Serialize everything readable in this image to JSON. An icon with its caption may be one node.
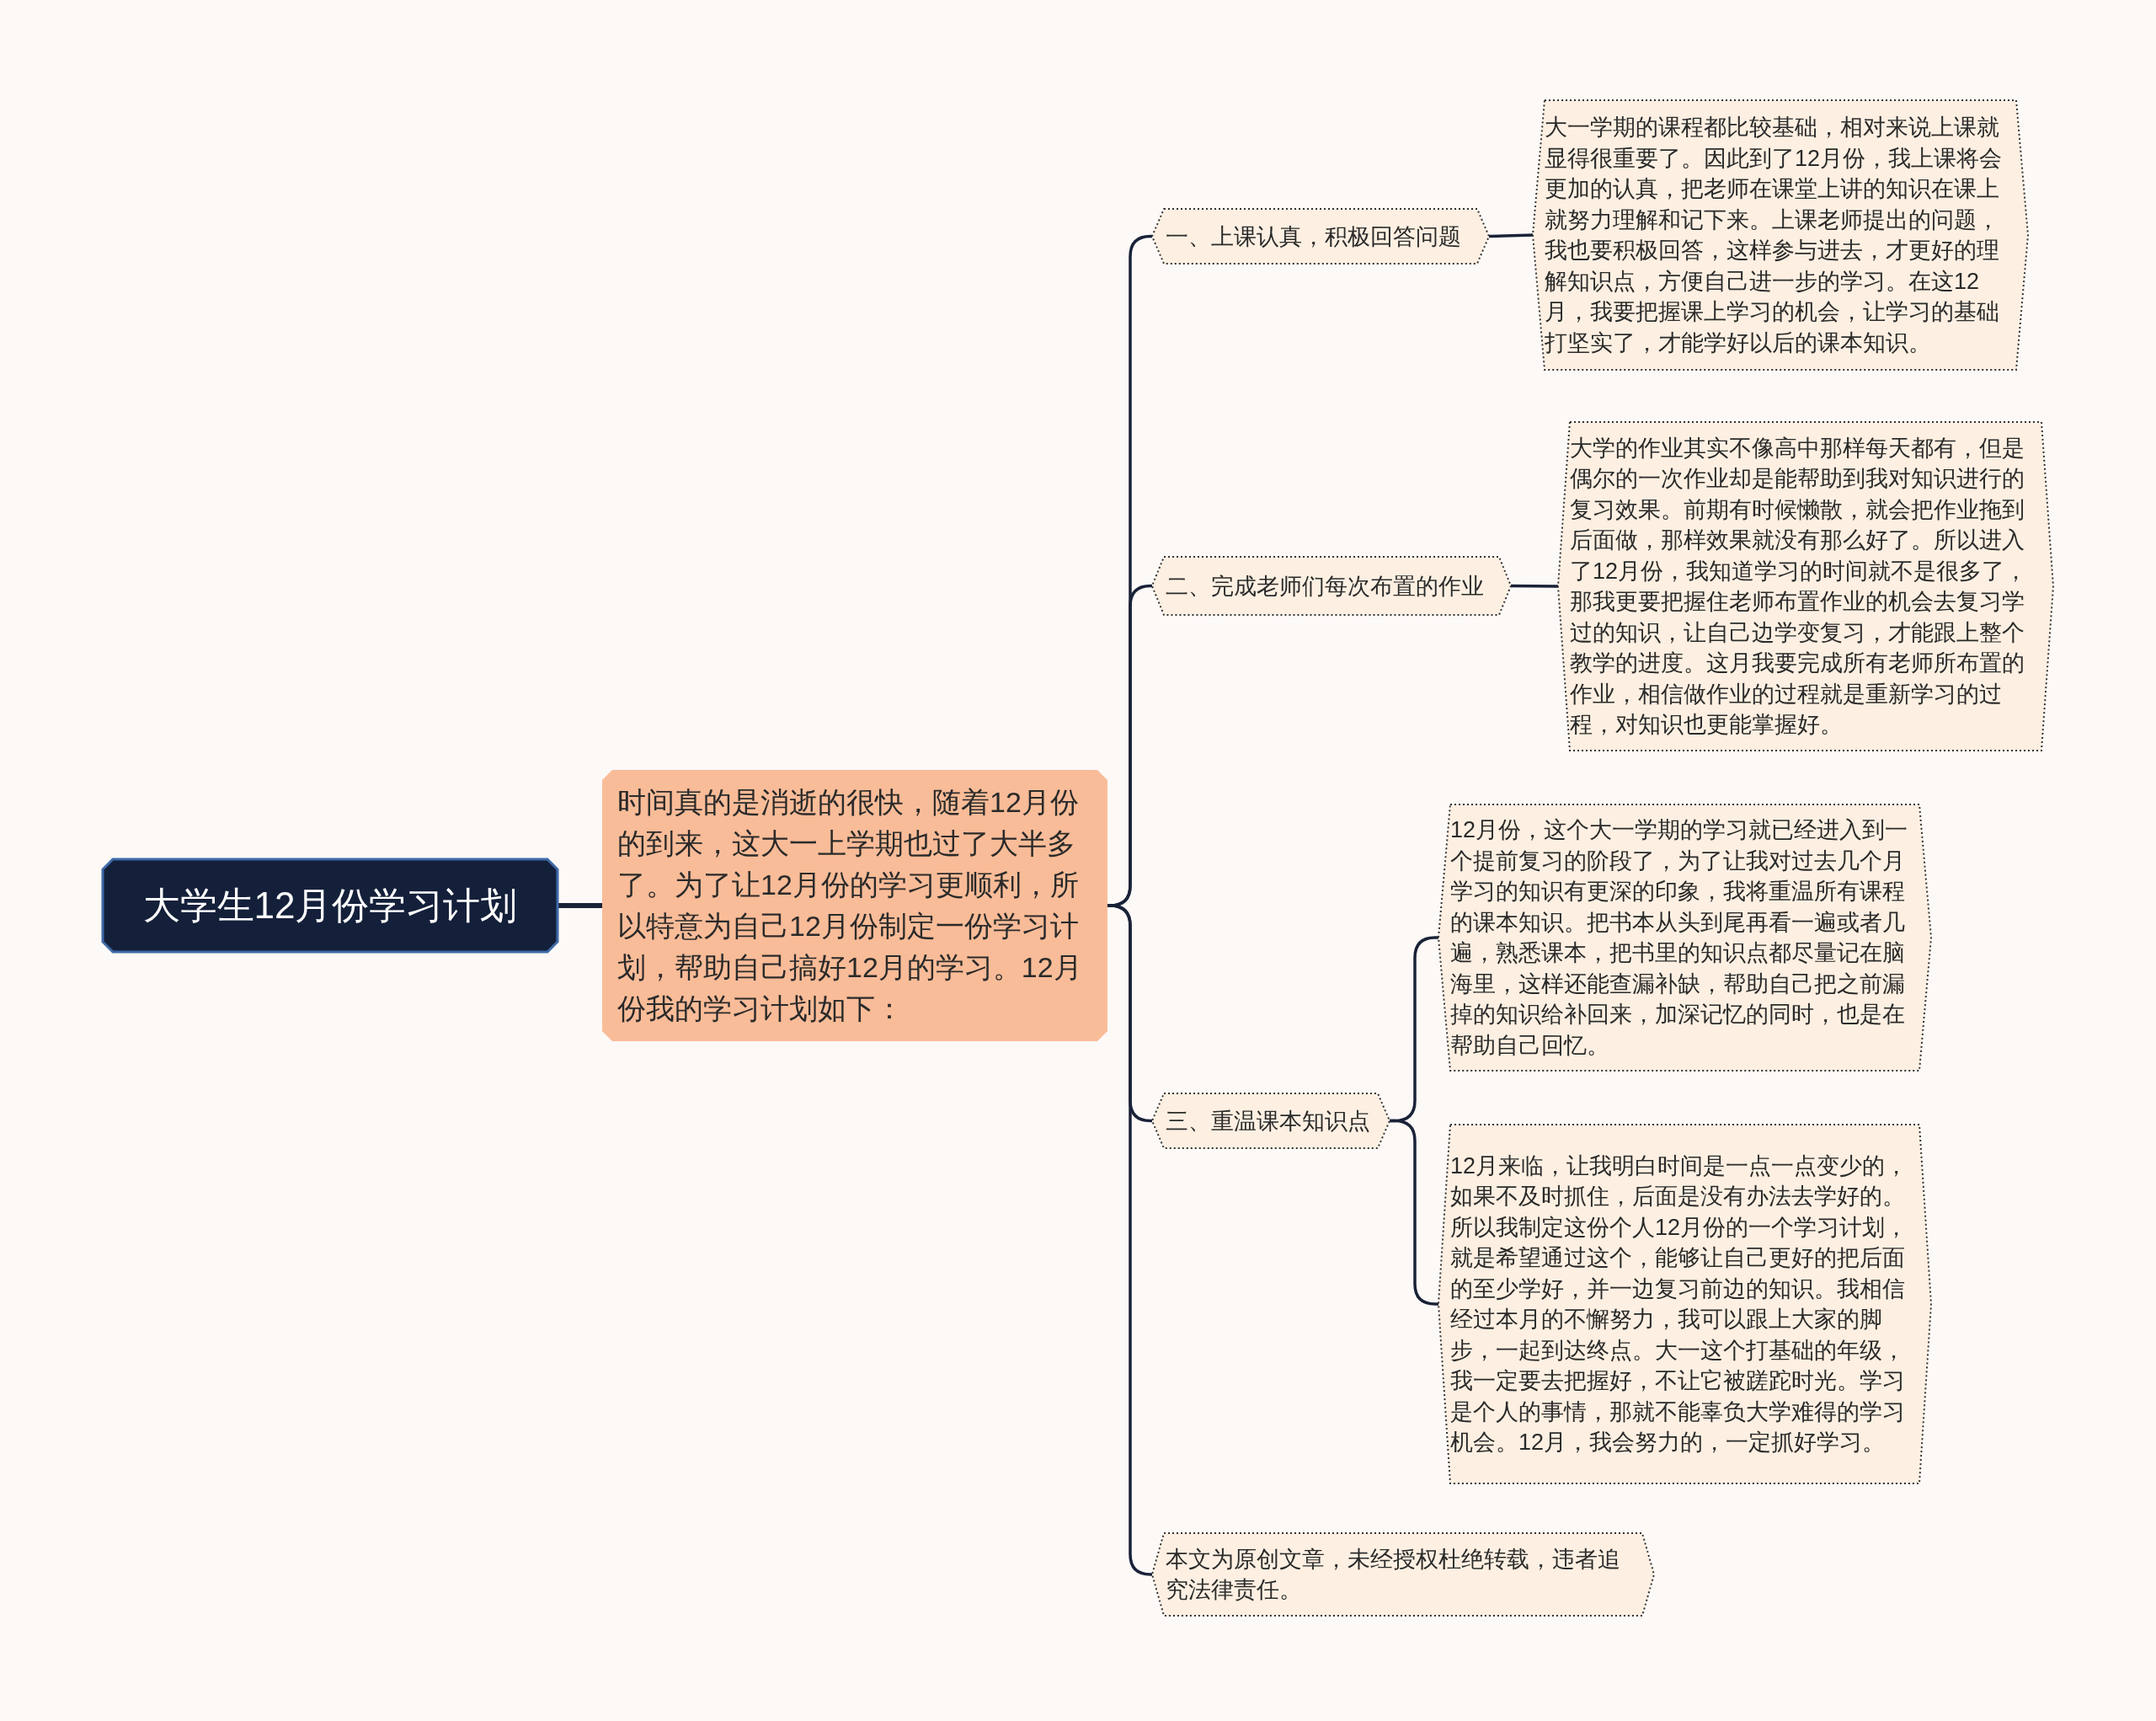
{
  "diagram": {
    "nodes": [
      {
        "text": [
          "大学生12月份学习计划"
        ]
      },
      {
        "text": [
          "时间真的是消逝的很快，随着12月份的到来，这大一上学期也过了大半多了。为了让12月份的学习更顺利，所以特意为自己12月份制定一份学习计划，帮助自己搞好12月的学习。12月份我的学习计划如下："
        ]
      },
      {
        "text": [
          "一、上课认真，积极回答问题"
        ]
      },
      {
        "text": [
          "大一学期的课程都比较基础，相对来说上课就显得很重要了。因此到了12月份，我上课将会更加的认真，把老师在课堂上讲的知识在课上就努力理解和记下来。上课老师提出的问题，我也要积极回答，这样参与进去，才更好的理解知识点，方便自己进一步的学习。在这12月，我要把握课上学习的机会，让学习的基础打坚实了，才能学好以后的课本知识。"
        ]
      },
      {
        "text": [
          "二、完成老师们每次布置的作业"
        ]
      },
      {
        "text": [
          "大学的作业其实不像高中那样每天都有，但是偶尔的一次作业却是能帮助到我对知识进行的复习效果。前期有时候懒散，就会把作业拖到后面做，那样效果就没有那么好了。所以进入了12月份，我知道学习的时间就不是很多了，那我更要把握住老师布置作业的机会去复习学过的知识，让自己边学变复习，才能跟上整个教学的进度。这月我要完成所有老师所布置的作业，相信做作业的过程就是重新学习的过程，对知识也更能掌握好。"
        ]
      },
      {
        "text": [
          "三、重温课本知识点"
        ]
      },
      {
        "text": [
          "12月份，这个大一学期的学习就已经进入到一个提前复习的阶段了，为了让我对过去几个月学习的知识有更深的印象，我将重温所有课程的课本知识。把书本从头到尾再看一遍或者几遍，熟悉课本，把书里的知识点都尽量记在脑海里，这样还能查漏补缺，帮助自己把之前漏掉的知识给补回来，加深记忆的同时，也是在帮助自己回忆。"
        ]
      },
      {
        "text": [
          "12月来临，让我明白时间是一点一点变少的，如果不及时抓住，后面是没有办法去学好的。所以我制定这份个人12月份的一个学习计划，就是希望通过这个，能够让自己更好的把后面的至少学好，并一边复习前边的知识。我相信经过本月的不懈努力，我可以跟上大家的脚步，一起到达终点。大一这个打基础的年级，我一定要去把握好，不让它被蹉跎时光。学习是个人的事情，那就不能辜负大学难得的学习机会。12月，我会努力的，一定抓好学习。"
        ]
      },
      {
        "text": [
          "本文为原创文章，未经授权杜绝转载，违者追究法律责任。"
        ]
      }
    ],
    "edges": [
      {
        "from": 0,
        "to": 1,
        "arrow": "none"
      },
      {
        "from": 1,
        "to": 2,
        "arrow": "none"
      },
      {
        "from": 1,
        "to": 4,
        "arrow": "none"
      },
      {
        "from": 1,
        "to": 6,
        "arrow": "none"
      },
      {
        "from": 1,
        "to": 9,
        "arrow": "none"
      },
      {
        "from": 2,
        "to": 3,
        "arrow": "none"
      },
      {
        "from": 4,
        "to": 5,
        "arrow": "none"
      },
      {
        "from": 6,
        "to": 7,
        "arrow": "none"
      },
      {
        "from": 6,
        "to": 8,
        "arrow": "none"
      }
    ]
  }
}
